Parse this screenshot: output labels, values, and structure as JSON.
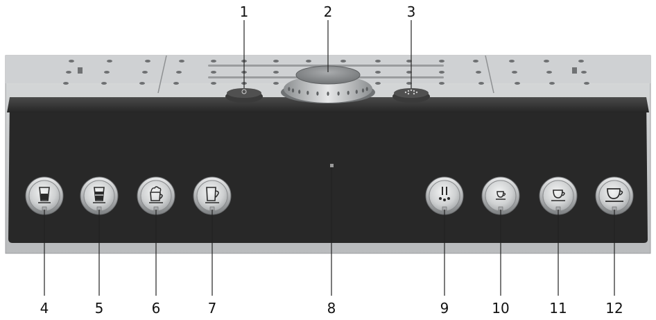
{
  "callouts": {
    "top": [
      "1",
      "2",
      "3"
    ],
    "bottom": [
      "4",
      "5",
      "6",
      "7",
      "8",
      "9",
      "10",
      "11",
      "12"
    ]
  },
  "buttons": [
    {
      "icon": "tall-glass-icon"
    },
    {
      "icon": "half-glass-icon"
    },
    {
      "icon": "foam-cup-icon"
    },
    {
      "icon": "mug-icon"
    },
    {
      "icon": "hot-water-icon"
    },
    {
      "icon": "small-cup-icon"
    },
    {
      "icon": "medium-cup-icon"
    },
    {
      "icon": "large-cup-icon"
    }
  ],
  "colors": {
    "panel": "#2b2b2b",
    "housing": "#c7c9cb",
    "button_ring": "#9a9c9e",
    "button_face": "#cfd1d2",
    "icon": "#2a2a2a"
  }
}
